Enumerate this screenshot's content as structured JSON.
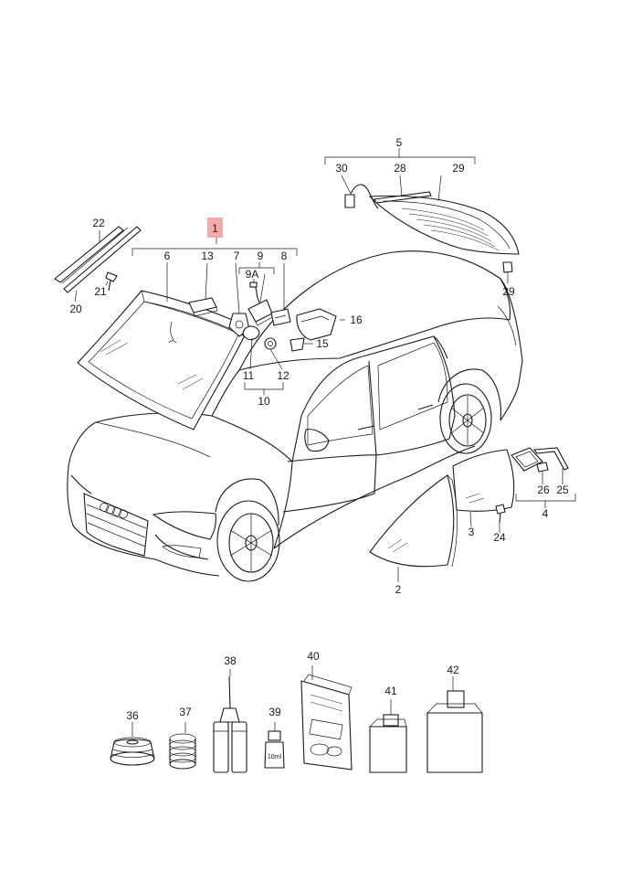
{
  "diagram": {
    "highlight_color": "#f4a8a8",
    "callouts": {
      "c1": "1",
      "c2": "2",
      "c3": "3",
      "c4": "4",
      "c5": "5",
      "c6": "6",
      "c7": "7",
      "c8": "8",
      "c9": "9",
      "c9a": "9A",
      "c10": "10",
      "c11": "11",
      "c12": "12",
      "c13": "13",
      "c15": "15",
      "c16": "16",
      "c20": "20",
      "c21": "21",
      "c22": "22",
      "c24": "24",
      "c25": "25",
      "c26": "26",
      "c28": "28",
      "c29a": "29",
      "c29b": "29",
      "c30": "30",
      "c36": "36",
      "c37": "37",
      "c38": "38",
      "c39": "39",
      "c40": "40",
      "c41": "41",
      "c42": "42"
    },
    "bottle_label_39": "10ml"
  }
}
